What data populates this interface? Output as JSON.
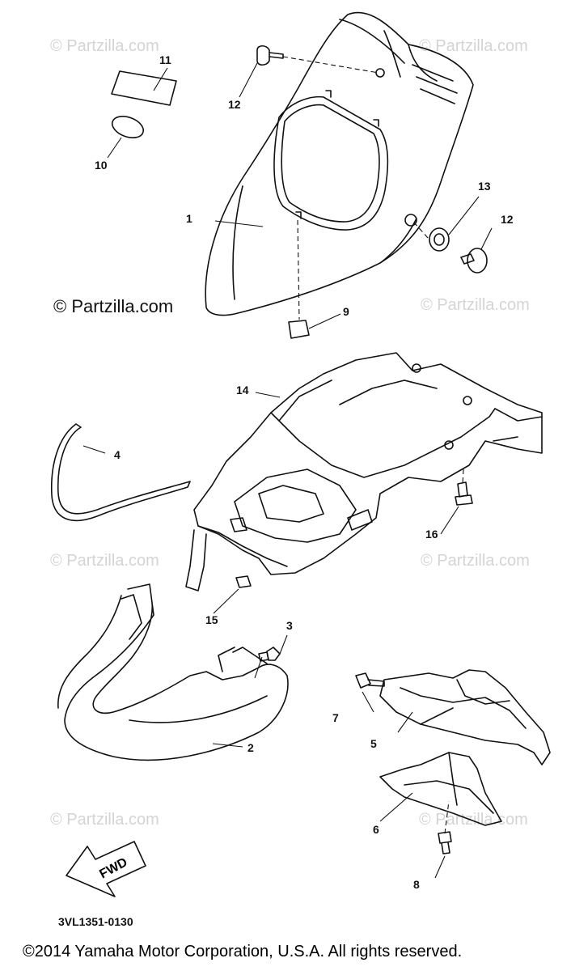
{
  "watermarks": {
    "light": "© Partzilla.com",
    "dark": "© Partzilla.com"
  },
  "callouts": {
    "c1": "1",
    "c2": "2",
    "c3": "3",
    "c4": "4",
    "c5": "5",
    "c6": "6",
    "c7": "7",
    "c8": "8",
    "c9": "9",
    "c10": "10",
    "c11": "11",
    "c12a": "12",
    "c12b": "12",
    "c13": "13",
    "c14": "14",
    "c15": "15",
    "c16": "16"
  },
  "fwd_label": "FWD",
  "diagram_code": "3VL1351-0130",
  "copyright": "©2014  Yamaha Motor Corporation, U.S.A. All rights reserved.",
  "colors": {
    "line": "#111111",
    "watermark": "#d4d4d4",
    "background": "#ffffff"
  }
}
